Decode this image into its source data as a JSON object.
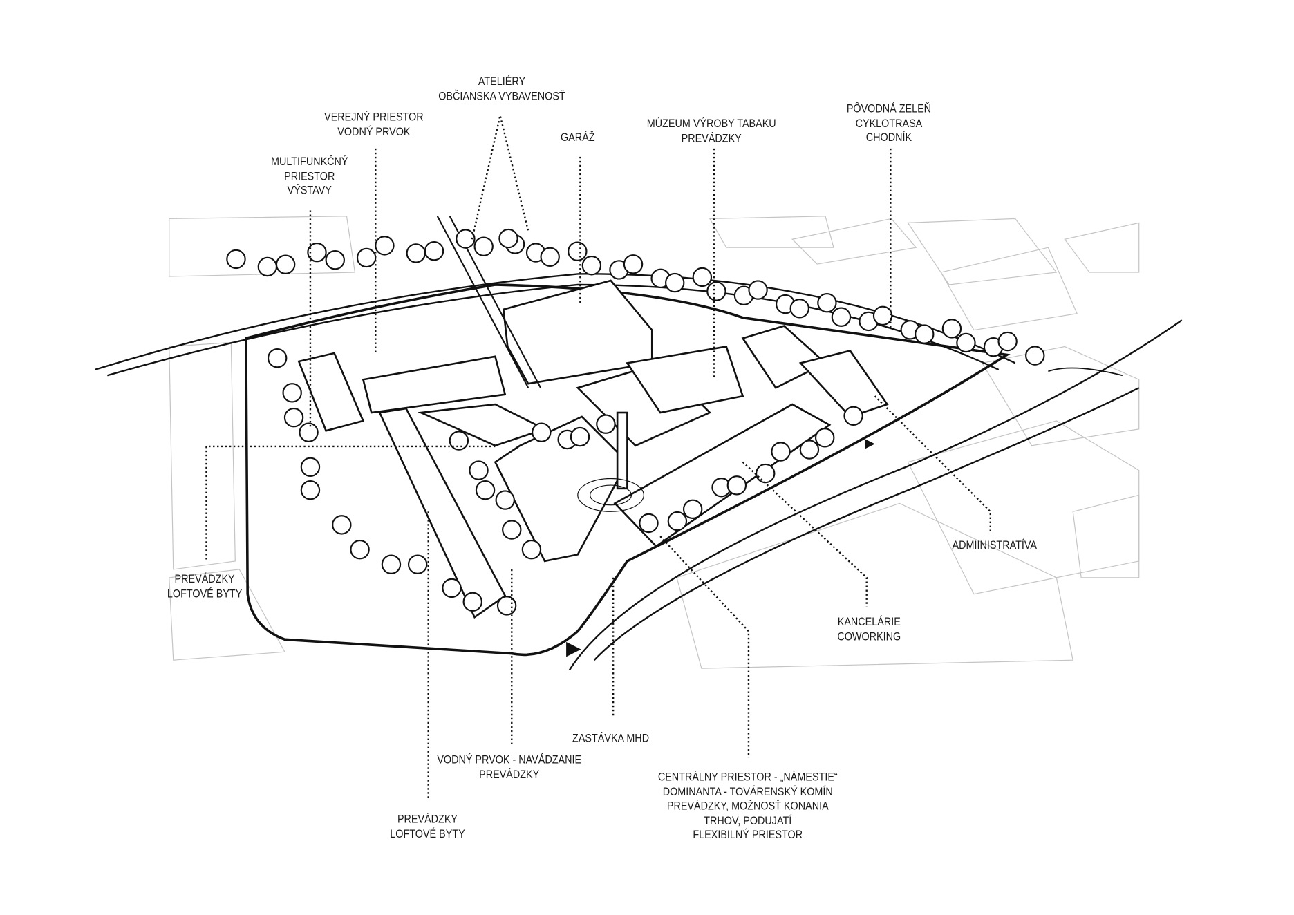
{
  "labels": {
    "ateliery": [
      "ATELIÉRY",
      "OBČIANSKA VYBAVENOSŤ"
    ],
    "verejny": [
      "VEREJNÝ PRIESTOR",
      "VODNÝ PRVOK"
    ],
    "multifunkcny": [
      "MULTIFUNKČNÝ",
      "PRIESTOR",
      "VÝSTAVY"
    ],
    "garaz": [
      "GARÁŽ"
    ],
    "muzeum": [
      "MÚZEUM VÝROBY TABAKU",
      "PREVÁDZKY"
    ],
    "povodna": [
      "PÔVODNÁ ZELEŇ",
      "CYKLOTRASA",
      "CHODNÍK"
    ],
    "administrativa": [
      "ADMIINISTRATÍVA"
    ],
    "kancelarie": [
      "KANCELÁRIE",
      "COWORKING"
    ],
    "prevadzky_left": [
      "PREVÁDZKY",
      "LOFTOVÉ BYTY"
    ],
    "zastavka": [
      "ZASTÁVKA MHD"
    ],
    "vodny_prvok": [
      "VODNÝ PRVOK - NAVÁDZANIE",
      "PREVÁDZKY"
    ],
    "prevadzky_bottom": [
      "PREVÁDZKY",
      "LOFTOVÉ BYTY"
    ],
    "centralny": [
      "CENTRÁLNY PRIESTOR - „NÁMESTIE“",
      "DOMINANTA - TOVÁRENSKÝ KOMÍN",
      "PREVÁDZKY, MOŽNOSŤ KONANIA",
      "TRHOV, PODUJATÍ",
      "FLEXIBILNÝ PRIESTOR"
    ]
  },
  "colors": {
    "ink": "#111111",
    "context": "#bdbdbd"
  }
}
